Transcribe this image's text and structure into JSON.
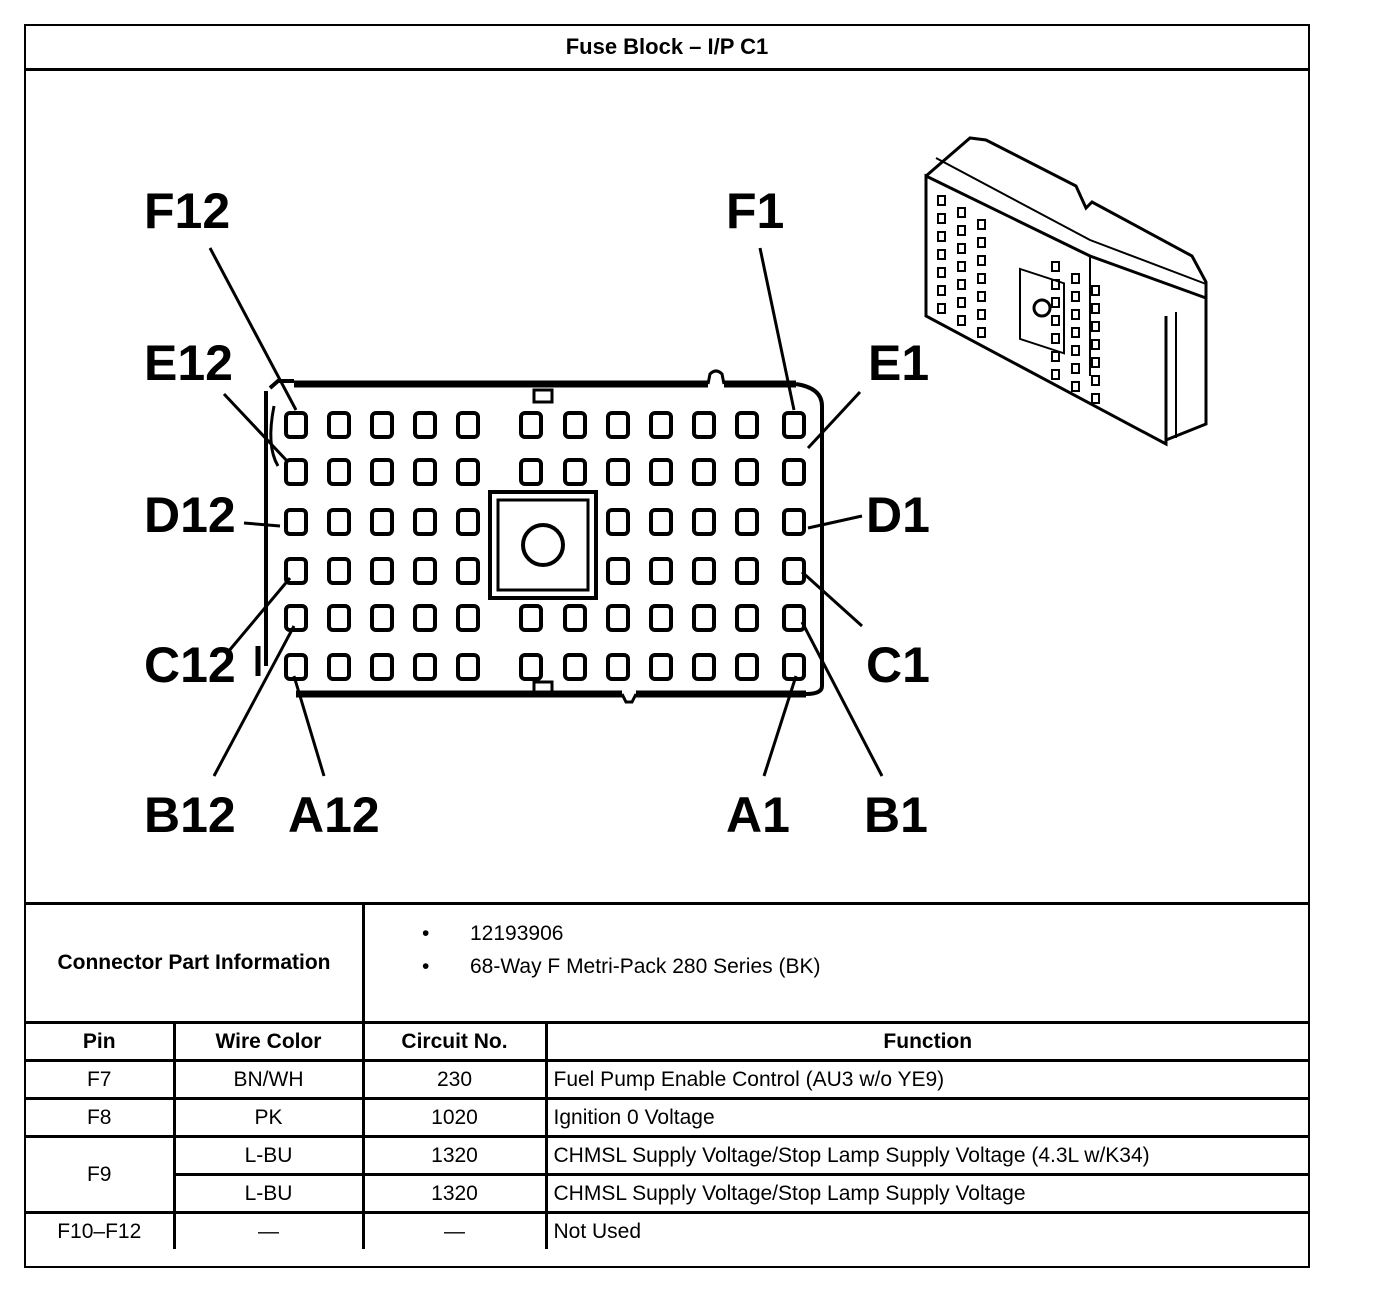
{
  "title": "Fuse Block – I/P C1",
  "connector_diagram": {
    "pin_labels": {
      "F12": "F12",
      "F1": "F1",
      "E12": "E12",
      "E1": "E1",
      "D12": "D12",
      "D1": "D1",
      "C12": "C12",
      "C1": "C1",
      "B12": "B12",
      "B1": "B1",
      "A12": "A12",
      "A1": "A1"
    },
    "rows": [
      "F",
      "E",
      "D",
      "C",
      "B",
      "A"
    ],
    "pins_per_row": 12
  },
  "connector_part_information": {
    "label": "Connector Part Information",
    "items": [
      "12193906",
      "68-Way F Metri-Pack 280 Series (BK)"
    ],
    "bullet": "•"
  },
  "pin_table": {
    "headers": {
      "pin": "Pin",
      "wire_color": "Wire Color",
      "circuit_no": "Circuit No.",
      "function": "Function"
    },
    "rows": [
      {
        "pin": "F7",
        "wire_color": "BN/WH",
        "circuit_no": "230",
        "function": "Fuel Pump Enable Control (AU3 w/o YE9)"
      },
      {
        "pin": "F8",
        "wire_color": "PK",
        "circuit_no": "1020",
        "function": "Ignition 0 Voltage"
      },
      {
        "pin": "F9",
        "wire_color": "L-BU",
        "circuit_no": "1320",
        "function": "CHMSL Supply Voltage/Stop Lamp Supply Voltage (4.3L w/K34)"
      },
      {
        "pin": "",
        "wire_color": "L-BU",
        "circuit_no": "1320",
        "function": "CHMSL Supply Voltage/Stop Lamp Supply Voltage"
      },
      {
        "pin": "F10–F12",
        "wire_color": "—",
        "circuit_no": "—",
        "function": "Not Used"
      }
    ]
  }
}
